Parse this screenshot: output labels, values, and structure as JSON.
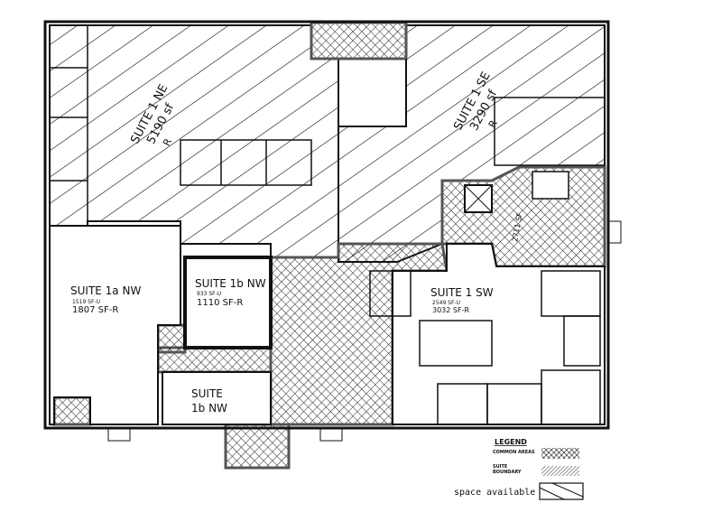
{
  "suites": {
    "ne": {
      "name": "SUITE 1 NE",
      "area": "5190 sf",
      "code": "R"
    },
    "se": {
      "name": "SUITE 1 SE",
      "area": "3290 sf",
      "code": "R"
    },
    "1a_nw": {
      "name": "SUITE 1a NW",
      "usable": "1519 SF-U",
      "rentable": "1807 SF-R"
    },
    "1b_nw": {
      "name": "SUITE 1b NW",
      "usable": "933 SF-U",
      "rentable": "1110 SF-R"
    },
    "1b_nw_lower": {
      "line1": "SUITE",
      "line2": "1b NW"
    },
    "sw": {
      "name": "SUITE 1 SW",
      "usable": "2549 SF-U",
      "rentable": "3032 SF-R"
    },
    "common_label": "2711 SF"
  },
  "legend": {
    "title": "LEGEND",
    "common_areas": "COMMON AREAS",
    "suite_boundary_1": "SUITE",
    "suite_boundary_2": "BOUNDARY",
    "space_available": "space available"
  },
  "colors": {
    "line": "#111111",
    "background": "#ffffff"
  }
}
